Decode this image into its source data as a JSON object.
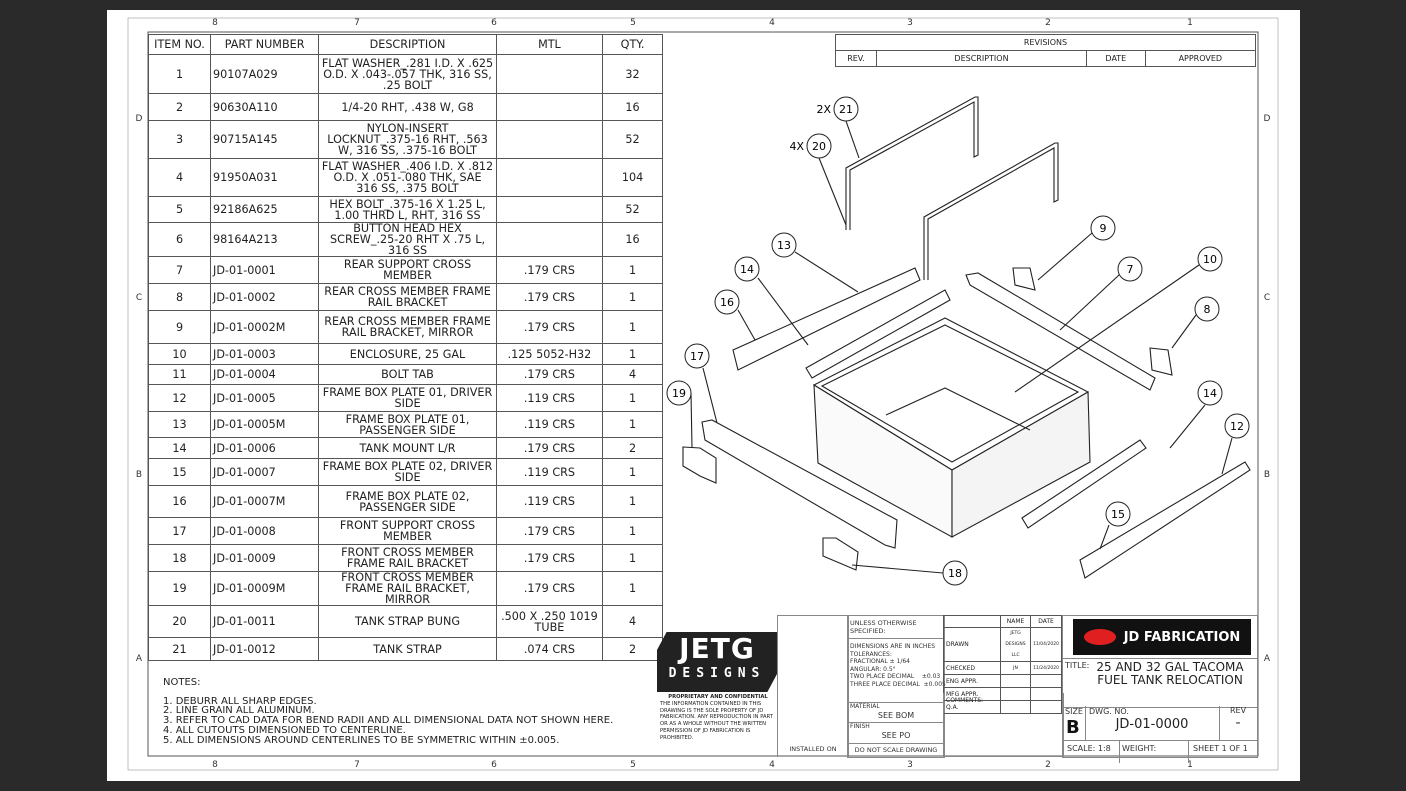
{
  "zones": {
    "columns": [
      "8",
      "7",
      "6",
      "5",
      "4",
      "3",
      "2",
      "1"
    ],
    "rows": [
      "D",
      "C",
      "B",
      "A"
    ]
  },
  "bom": {
    "headers": [
      "ITEM NO.",
      "PART NUMBER",
      "DESCRIPTION",
      "MTL",
      "QTY."
    ],
    "rows": [
      [
        "1",
        "90107A029",
        "FLAT WASHER_.281 I.D. X .625 O.D. X .043-.057 THK, 316 SS, .25 BOLT",
        "",
        "32"
      ],
      [
        "2",
        "90630A110",
        "1/4-20 RHT, .438 W, G8",
        "",
        "16"
      ],
      [
        "3",
        "90715A145",
        "NYLON-INSERT LOCKNUT_.375-16 RHT, .563 W, 316 SS, .375-16 BOLT",
        "",
        "52"
      ],
      [
        "4",
        "91950A031",
        "FLAT WASHER_.406 I.D. X .812 O.D. X .051-.080 THK, SAE 316 SS, .375 BOLT",
        "",
        "104"
      ],
      [
        "5",
        "92186A625",
        "HEX BOLT_.375-16 X 1.25 L, 1.00 THRD L, RHT, 316 SS",
        "",
        "52"
      ],
      [
        "6",
        "98164A213",
        "BUTTON HEAD HEX SCREW_.25-20 RHT X .75 L, 316 SS",
        "",
        "16"
      ],
      [
        "7",
        "JD-01-0001",
        "REAR SUPPORT CROSS MEMBER",
        ".179 CRS",
        "1"
      ],
      [
        "8",
        "JD-01-0002",
        "REAR CROSS MEMBER FRAME RAIL BRACKET",
        ".179 CRS",
        "1"
      ],
      [
        "9",
        "JD-01-0002M",
        "REAR CROSS MEMBER FRAME RAIL BRACKET, MIRROR",
        ".179 CRS",
        "1"
      ],
      [
        "10",
        "JD-01-0003",
        "ENCLOSURE, 25 GAL",
        ".125 5052-H32",
        "1"
      ],
      [
        "11",
        "JD-01-0004",
        "BOLT TAB",
        ".179 CRS",
        "4"
      ],
      [
        "12",
        "JD-01-0005",
        "FRAME BOX PLATE 01, DRIVER SIDE",
        ".119 CRS",
        "1"
      ],
      [
        "13",
        "JD-01-0005M",
        "FRAME BOX PLATE 01, PASSENGER SIDE",
        ".119 CRS",
        "1"
      ],
      [
        "14",
        "JD-01-0006",
        "TANK MOUNT L/R",
        ".179 CRS",
        "2"
      ],
      [
        "15",
        "JD-01-0007",
        "FRAME BOX PLATE 02, DRIVER SIDE",
        ".119 CRS",
        "1"
      ],
      [
        "16",
        "JD-01-0007M",
        "FRAME BOX PLATE 02, PASSENGER SIDE",
        ".119 CRS",
        "1"
      ],
      [
        "17",
        "JD-01-0008",
        "FRONT SUPPORT CROSS MEMBER",
        ".179 CRS",
        "1"
      ],
      [
        "18",
        "JD-01-0009",
        "FRONT CROSS MEMBER FRAME RAIL BRACKET",
        ".179 CRS",
        "1"
      ],
      [
        "19",
        "JD-01-0009M",
        "FRONT CROSS MEMBER FRAME RAIL BRACKET, MIRROR",
        ".179 CRS",
        "1"
      ],
      [
        "20",
        "JD-01-0011",
        "TANK STRAP BUNG",
        ".500 X .250 1019 TUBE",
        "4"
      ],
      [
        "21",
        "JD-01-0012",
        "TANK STRAP",
        ".074 CRS",
        "2"
      ]
    ]
  },
  "revisions": {
    "title": "REVISIONS",
    "headers": [
      "REV.",
      "DESCRIPTION",
      "DATE",
      "APPROVED"
    ]
  },
  "balloons": [
    {
      "n": "21",
      "qty": "2X"
    },
    {
      "n": "20",
      "qty": "4X"
    },
    {
      "n": "13"
    },
    {
      "n": "14"
    },
    {
      "n": "16"
    },
    {
      "n": "17"
    },
    {
      "n": "19"
    },
    {
      "n": "9"
    },
    {
      "n": "7"
    },
    {
      "n": "10"
    },
    {
      "n": "8"
    },
    {
      "n": "14"
    },
    {
      "n": "12"
    },
    {
      "n": "15"
    },
    {
      "n": "18"
    }
  ],
  "notes": {
    "title": "NOTES:",
    "items": [
      "1.  DEBURR ALL SHARP EDGES.",
      "2.  LINE GRAIN ALL ALUMINUM.",
      "3.  REFER TO CAD DATA FOR BEND RADII AND ALL DIMENSIONAL DATA NOT SHOWN HERE.",
      "4.  ALL CUTOUTS DIMENSIONED TO CENTERLINE.",
      "5.  ALL DIMENSIONS AROUND CENTERLINES TO BE SYMMETRIC WITHIN  ±0.005."
    ]
  },
  "logo": {
    "top": "JETG",
    "bottom": "DESIGNS"
  },
  "confidential": {
    "title": "PROPRIETARY AND CONFIDENTIAL",
    "text": "THE INFORMATION CONTAINED IN THIS DRAWING IS THE SOLE PROPERTY OF JD FABRICATION. ANY REPRODUCTION IN PART OR AS A WHOLE WITHOUT THE WRITTEN PERMISSION OF JD FABRICATION IS PROHIBITED."
  },
  "tolerances": {
    "heading": "UNLESS OTHERWISE SPECIFIED:",
    "lines": [
      "DIMENSIONS ARE IN INCHES",
      "TOLERANCES:",
      "FRACTIONAL ± 1/64",
      "ANGULAR: 0.5°",
      "TWO PLACE DECIMAL    ±0.03",
      "THREE PLACE DECIMAL  ±0.005"
    ],
    "material_label": "MATERIAL",
    "material": "SEE BOM",
    "finish_label": "FINISH",
    "finish": "SEE PO",
    "installed_on": "INSTALLED ON",
    "no_scale": "DO NOT SCALE DRAWING"
  },
  "approvals": {
    "name": "NAME",
    "date": "DATE",
    "rows": [
      [
        "DRAWN",
        "JETG DESIGNS LLC",
        "11/04/2020"
      ],
      [
        "CHECKED",
        "JN",
        "11/24/2020"
      ],
      [
        "ENG APPR.",
        "",
        ""
      ],
      [
        "MFG APPR.",
        "",
        ""
      ],
      [
        "Q.A.",
        "",
        ""
      ]
    ],
    "comments": "COMMENTS:"
  },
  "company": {
    "name": "JD FABRICATION",
    "brand_color": "#e02020"
  },
  "title_block": {
    "title_label": "TITLE:",
    "title": "25 AND 32 GAL TACOMA FUEL TANK RELOCATION",
    "size_label": "SIZE",
    "size": "B",
    "dwg_label": "DWG.  NO.",
    "dwg_no": "JD-01-0000",
    "rev_label": "REV",
    "rev": "-",
    "scale": "SCALE: 1:8",
    "weight": "WEIGHT:",
    "sheet": "SHEET 1 OF 1"
  }
}
